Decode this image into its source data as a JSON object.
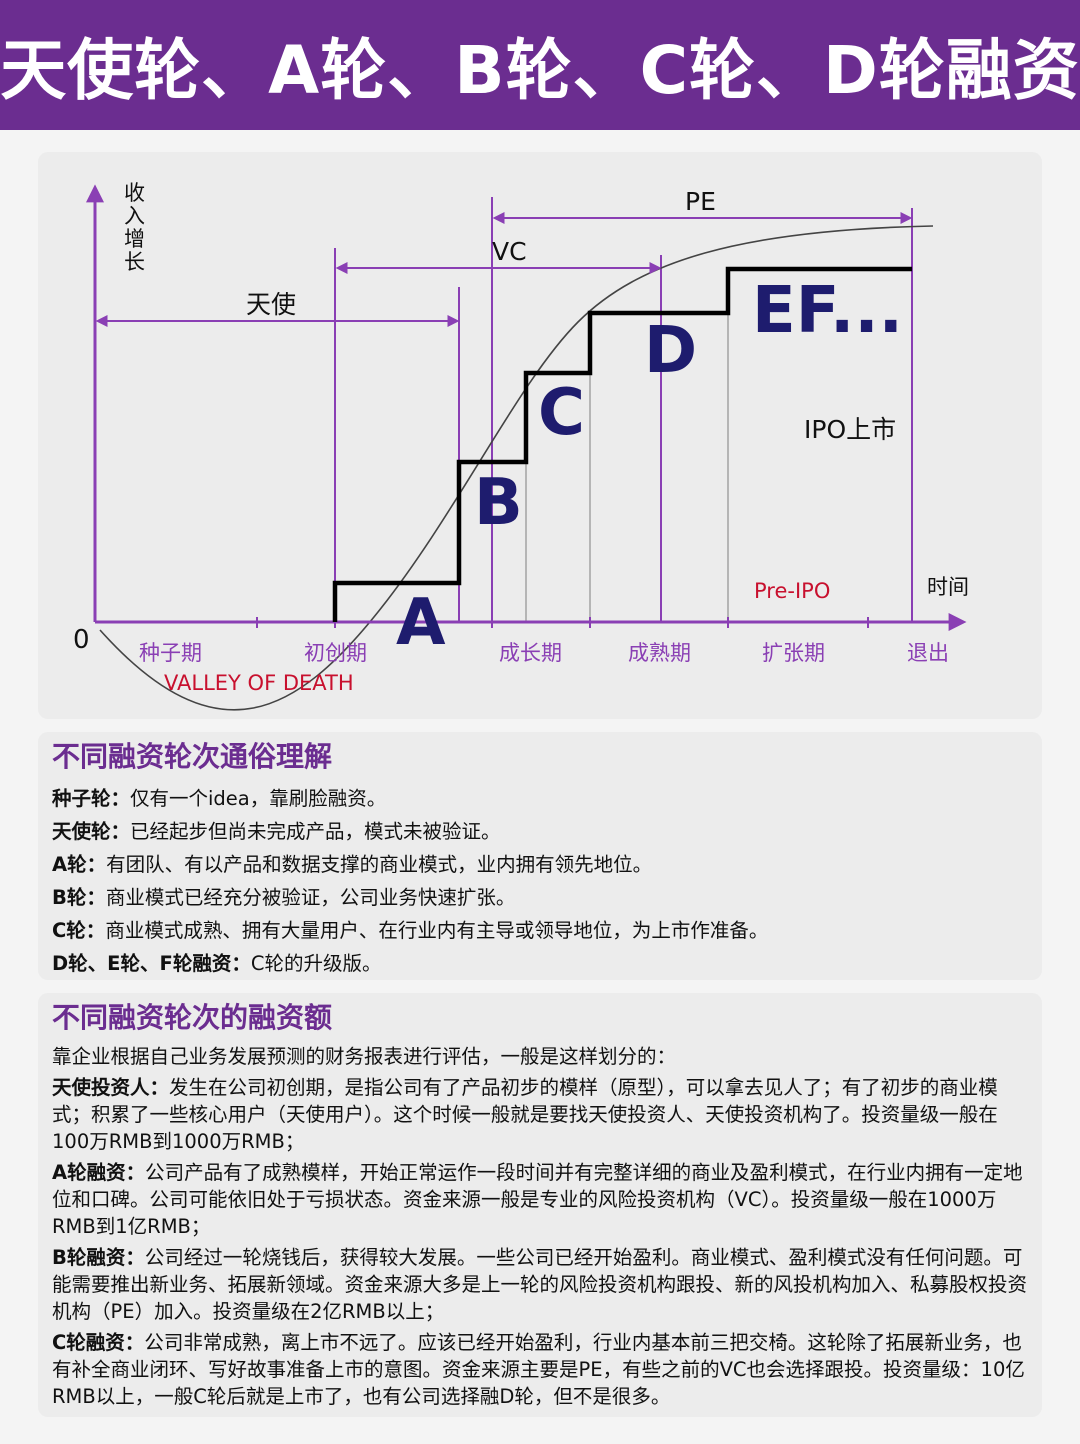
{
  "header": {
    "title": "天使轮、A轮、B轮、C轮、D轮融资"
  },
  "diagram": {
    "y_axis_label": "收入增长",
    "x_axis_label": "时间",
    "origin_label": "0",
    "spans": {
      "angel": "天使",
      "vc": "VC",
      "pe": "PE"
    },
    "rounds": {
      "a": "A",
      "b": "B",
      "c": "C",
      "d": "D",
      "ef": "EF..."
    },
    "ipo_label": "IPO上市",
    "pre_ipo_label": "Pre-IPO",
    "valley_label": "VALLEY OF DEATH",
    "stages": [
      "种子期",
      "初创期",
      "成长期",
      "成熟期",
      "扩张期",
      "退出"
    ],
    "colors": {
      "brand_purple": "#6b2d90",
      "navy": "#1e1c6e",
      "line_purple": "#8a3fb4",
      "accent_red": "#c8102e"
    }
  },
  "section1": {
    "title": "不同融资轮次通俗理解",
    "items": [
      {
        "term": "种子轮：",
        "text": "仅有一个idea，靠刷脸融资。"
      },
      {
        "term": "天使轮：",
        "text": "已经起步但尚未完成产品，模式未被验证。"
      },
      {
        "term": "A轮：",
        "text": "有团队、有以产品和数据支撑的商业模式，业内拥有领先地位。"
      },
      {
        "term": "B轮：",
        "text": "商业模式已经充分被验证，公司业务快速扩张。"
      },
      {
        "term": "C轮：",
        "text": "商业模式成熟、拥有大量用户、在行业内有主导或领导地位，为上市作准备。"
      },
      {
        "term": "D轮、E轮、F轮融资：",
        "text": "C轮的升级版。"
      }
    ]
  },
  "section2": {
    "title": "不同融资轮次的融资额",
    "intro": "靠企业根据自己业务发展预测的财务报表进行评估，一般是这样划分的：",
    "items": [
      {
        "term": "天使投资人：",
        "text": "发生在公司初创期，是指公司有了产品初步的模样（原型），可以拿去见人了；有了初步的商业模式；积累了一些核心用户（天使用户）。这个时候一般就是要找天使投资人、天使投资机构了。投资量级一般在100万RMB到1000万RMB；"
      },
      {
        "term": "A轮融资：",
        "text": "公司产品有了成熟模样，开始正常运作一段时间并有完整详细的商业及盈利模式，在行业内拥有一定地位和口碑。公司可能依旧处于亏损状态。资金来源一般是专业的风险投资机构（VC）。投资量级一般在1000万RMB到1亿RMB；"
      },
      {
        "term": "B轮融资：",
        "text": "公司经过一轮烧钱后，获得较大发展。一些公司已经开始盈利。商业模式、盈利模式没有任何问题。可能需要推出新业务、拓展新领域。资金来源大多是上一轮的风险投资机构跟投、新的风投机构加入、私募股权投资机构（PE）加入。投资量级在2亿RMB以上；"
      },
      {
        "term": "C轮融资：",
        "text": "公司非常成熟，离上市不远了。应该已经开始盈利，行业内基本前三把交椅。这轮除了拓展新业务，也有补全商业闭环、写好故事准备上市的意图。资金来源主要是PE，有些之前的VC也会选择跟投。投资量级：10亿RMB以上，一般C轮后就是上市了，也有公司选择融D轮，但不是很多。"
      }
    ]
  }
}
